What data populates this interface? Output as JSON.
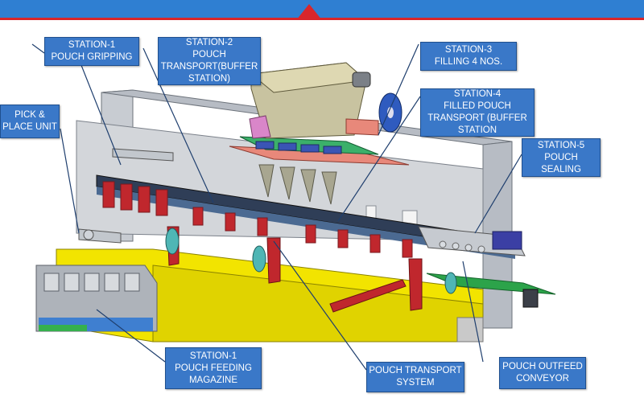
{
  "header": {
    "accent_color": "#2f7fd2",
    "stripe_color": "#d8262b",
    "marker": "up-triangle-icon"
  },
  "colors": {
    "callout_bg": "#3a78c8",
    "callout_text": "#ffffff",
    "base_yellow": "#f2e400",
    "frame_gray": "#b7bcc4",
    "belt_red": "#c0272d",
    "hopper_tan": "#c8c3a0",
    "conveyor_green": "#2ca34a"
  },
  "callouts": {
    "station1_gripping": [
      "STATION-1",
      "POUCH GRIPPING"
    ],
    "station2_transport": [
      "STATION-2",
      "POUCH",
      "TRANSPORT(BUFFER",
      "STATION)"
    ],
    "station3_filling": [
      "STATION-3",
      "FILLING  4 NOS."
    ],
    "station4_filled": [
      "STATION-4",
      "FILLED POUCH",
      "TRANSPORT (BUFFER",
      "STATION"
    ],
    "station5_sealing": [
      "STATION-5",
      "POUCH",
      "SEALING"
    ],
    "pick_place": [
      "PICK &",
      "PLACE UNIT"
    ],
    "station1_feeding": [
      "STATION-1",
      "POUCH FEEDING",
      "MAGAZINE"
    ],
    "transport_system": [
      "POUCH TRANSPORT",
      "SYSTEM"
    ],
    "outfeed_conveyor": [
      "POUCH OUTFEED",
      "CONVEYOR"
    ]
  }
}
